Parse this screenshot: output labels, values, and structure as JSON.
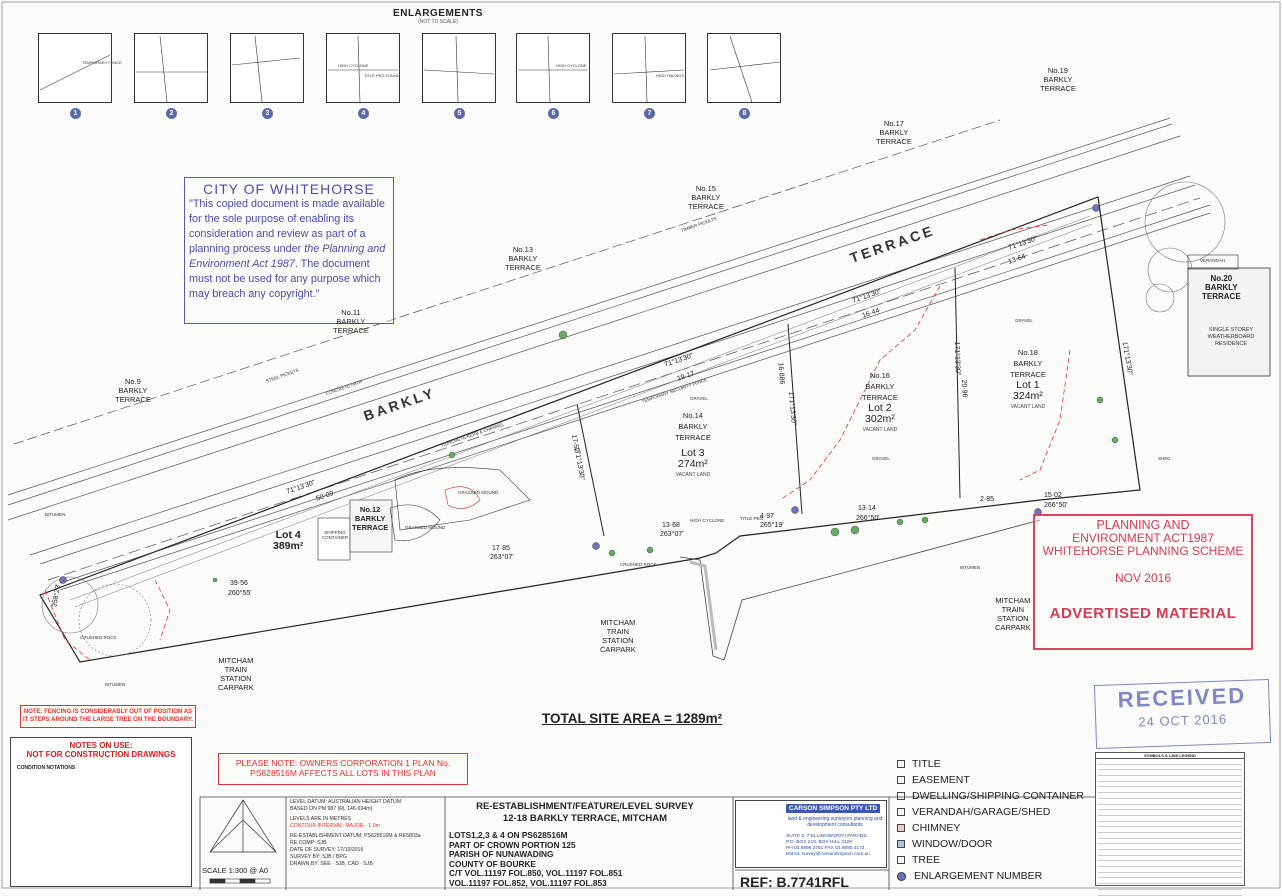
{
  "enlargements": {
    "title": "ENLARGEMENTS",
    "subtitle": "(NOT TO SCALE)",
    "numbers": [
      "1",
      "2",
      "3",
      "4",
      "5",
      "6",
      "7",
      "8"
    ],
    "labels": [
      "HIGH CYCLONE",
      "TITLE PEG FOUND",
      "HIGH PALINGS",
      "TEMPORARY FENCE"
    ]
  },
  "council_stamp": {
    "heading": "CITY OF WHITEHORSE",
    "text_before": "\"This copied document is made available for the sole purpose of enabling its consideration and review as part of a planning process under ",
    "act": "the Planning and Environment Act 1987",
    "text_after": ". The document must not be used for any purpose which may breach any copyright.\""
  },
  "addresses": [
    {
      "no": "No.19",
      "street": "BARKLY",
      "type": "TERRACE"
    },
    {
      "no": "No.17",
      "street": "BARKLY",
      "type": "TERRACE"
    },
    {
      "no": "No.15",
      "street": "BARKLY",
      "type": "TERRACE"
    },
    {
      "no": "No.13",
      "street": "BARKLY",
      "type": "TERRACE"
    },
    {
      "no": "No.11",
      "street": "BARKLY",
      "type": "TERRACE"
    },
    {
      "no": "No.9",
      "street": "BARKLY",
      "type": "TERRACE"
    },
    {
      "no": "No.20",
      "street": "BARKLY",
      "type": "TERRACE"
    }
  ],
  "street_name": {
    "a": "BARKLY",
    "b": "TERRACE"
  },
  "lots": [
    {
      "no": "No.18",
      "street": "BARKLY",
      "type": "TERRACE",
      "lot": "Lot 1",
      "area": "324m²",
      "status": "VACANT LAND"
    },
    {
      "no": "No.16",
      "street": "BARKLY",
      "type": "TERRACE",
      "lot": "Lot 2",
      "area": "302m²",
      "status": "VACANT LAND"
    },
    {
      "no": "No.14",
      "street": "BARKLY",
      "type": "TERRACE",
      "lot": "Lot 3",
      "area": "274m²",
      "status": "VACANT LAND"
    },
    {
      "no": "No.12",
      "street": "BARKLY",
      "type": "TERRACE",
      "lot": "Lot 4",
      "area": "389m²",
      "status": ""
    }
  ],
  "features": {
    "shipping": "SHIPPING CONTAINER",
    "grassed_mound": "GRASSED MOUND",
    "verandah": "VERANDAH",
    "residence": "SINGLE STOREY WEATHERBOARD RESIDENCE",
    "shed": "SHED",
    "crushed_rock": "CRUSHED ROCK",
    "gravel": "GRAVEL",
    "bitumen": "BITUMEN",
    "concrete_path": "CONCRETE PATH",
    "steel_pickets": "STEEL PICKETS",
    "high_cyclone": "HIGH CYCLONE",
    "title_peg": "TITLE PEG",
    "temp_fence": "TEMPORARY SECURITY FENCE",
    "timber_pickets": "TIMBER PICKETS",
    "concrete_kerb": "CONCRETE KERB & CHANNEL"
  },
  "carparks": [
    {
      "a": "MITCHAM",
      "b": "TRAIN",
      "c": "STATION",
      "d": "CARPARK"
    },
    {
      "a": "MITCHAM",
      "b": "TRAIN",
      "c": "STATION",
      "d": "CARPARK"
    },
    {
      "a": "MITCHAM",
      "b": "TRAIN",
      "c": "STATION",
      "d": "CARPARK"
    }
  ],
  "dimensions": {
    "bearing_top": "71°13'30\"",
    "dist_top": "13·64",
    "bearing_mid": "71°13'30\"",
    "dist_mid": "16·44",
    "bearing_mid2": "71°13'30\"",
    "dist_mid2": "19·17",
    "bearing_low": "71°13'30\"",
    "dist_low": "50·09",
    "b1": "13·14",
    "b1a": "266°50'",
    "b2": "4·97",
    "b2a": "265°19'",
    "b3": "13·68",
    "b3a": "263°07'",
    "b4": "17·85",
    "b4a": "263°07'",
    "b5": "39·56",
    "b5a": "260°55'",
    "b6": "15·02",
    "b6a": "266°50'",
    "b7": "2·85",
    "side1": "171°13'30\"",
    "side1d": "16·886",
    "side2": "171°13'30\"",
    "side2d": "20·96",
    "side3": "171°13'30\"",
    "side3d": "17·52",
    "side4": "171°13'30\"",
    "angle1": "358°23'"
  },
  "planning_stamp": {
    "l1": "PLANNING AND",
    "l2": "ENVIRONMENT ACT1987",
    "l3": "WHITEHORSE PLANNING SCHEME",
    "date": "NOV 2016",
    "adv": "ADVERTISED MATERIAL"
  },
  "received_stamp": {
    "label": "RECEIVED",
    "date": "24 OCT 2016"
  },
  "fence_note": "NOTE: FENCING IS CONSIDERABLY OUT OF POSITION AS IT STEPS AROUND THE LARGE TREE ON THE BOUNDARY.",
  "total_area": "TOTAL SITE AREA = 1289m²",
  "notes": {
    "t1": "NOTES ON USE:",
    "t2": "NOT FOR CONSTRUCTION DRAWINGS",
    "t3": "CONDITION NOTATIONS"
  },
  "owners_note": "PLEASE NOTE: OWNERS CORPORATION 1 PLAN No. PS628516M AFFECTS ALL LOTS IN THIS PLAN",
  "legend": [
    {
      "label": "TITLE",
      "color": "#ffffff"
    },
    {
      "label": "EASEMENT",
      "color": "#ffffff"
    },
    {
      "label": "DWELLING/SHIPPING CONTAINER",
      "color": "#ffffff"
    },
    {
      "label": "VERANDAH/GARAGE/SHED",
      "color": "#ffffff"
    },
    {
      "label": "CHIMNEY",
      "color": "#f2c9c4"
    },
    {
      "label": "WINDOW/DOOR",
      "color": "#a9c6dd"
    },
    {
      "label": "TREE",
      "color": "#ffffff"
    },
    {
      "label": "ENLARGEMENT NUMBER",
      "color": "#6b74b8"
    }
  ],
  "symbols": {
    "heading": "SYMBOLS & LINE LEGEND"
  },
  "title_block": {
    "scale": "SCALE 1:300 @ A0",
    "datum": [
      "LEVEL DATUM: AUSTRALIAN HEIGHT DATUM",
      "BASED ON PM 987 (RL 146·694m)",
      "LEVELS ARE IN METRES",
      "CONTOUR INTERVAL: MAJOR - 1·0m",
      "RE-ESTABLISHMENT DATUM: PS628516M & RE5803a",
      "RE COMP: SJB",
      "DATE OF SURVEY: 17/10/2016",
      "SURVEY BY: SJB / BPG",
      "DRAWN BY: SEE · SJB, CAD · SJB"
    ],
    "survey_title_1": "RE-ESTABLISHMENT/FEATURE/LEVEL SURVEY",
    "survey_title_2": "12-18 BARKLY TERRACE, MITCHAM",
    "lots_info": [
      "LOTS1,2,3 & 4  ON PS628516M",
      "PART OF CROWN PORTION 125",
      "PARISH OF NUNAWADING",
      "COUNTY OF BOURKE",
      "C/T VOL.11197 FOL.850, VOL.11197 FOL.851",
      "VOL.11197 FOL.852, VOL.11197 FOL.853"
    ],
    "company_name": "CARSON SIMPSON PTY LTD",
    "company_tag": "land & engineering surveyors planning and development consultants",
    "company_addr": [
      "SUITE 2, 7 ELLINGWORTH PARADE,",
      "P.O. BOX 219, BOX HILL 3128",
      "PH 03.9898.3761 FAX 03.9890.4173",
      "EMAIL survey@carsonsimpson.com.au"
    ],
    "ref": "REF: B.7741RFL"
  }
}
